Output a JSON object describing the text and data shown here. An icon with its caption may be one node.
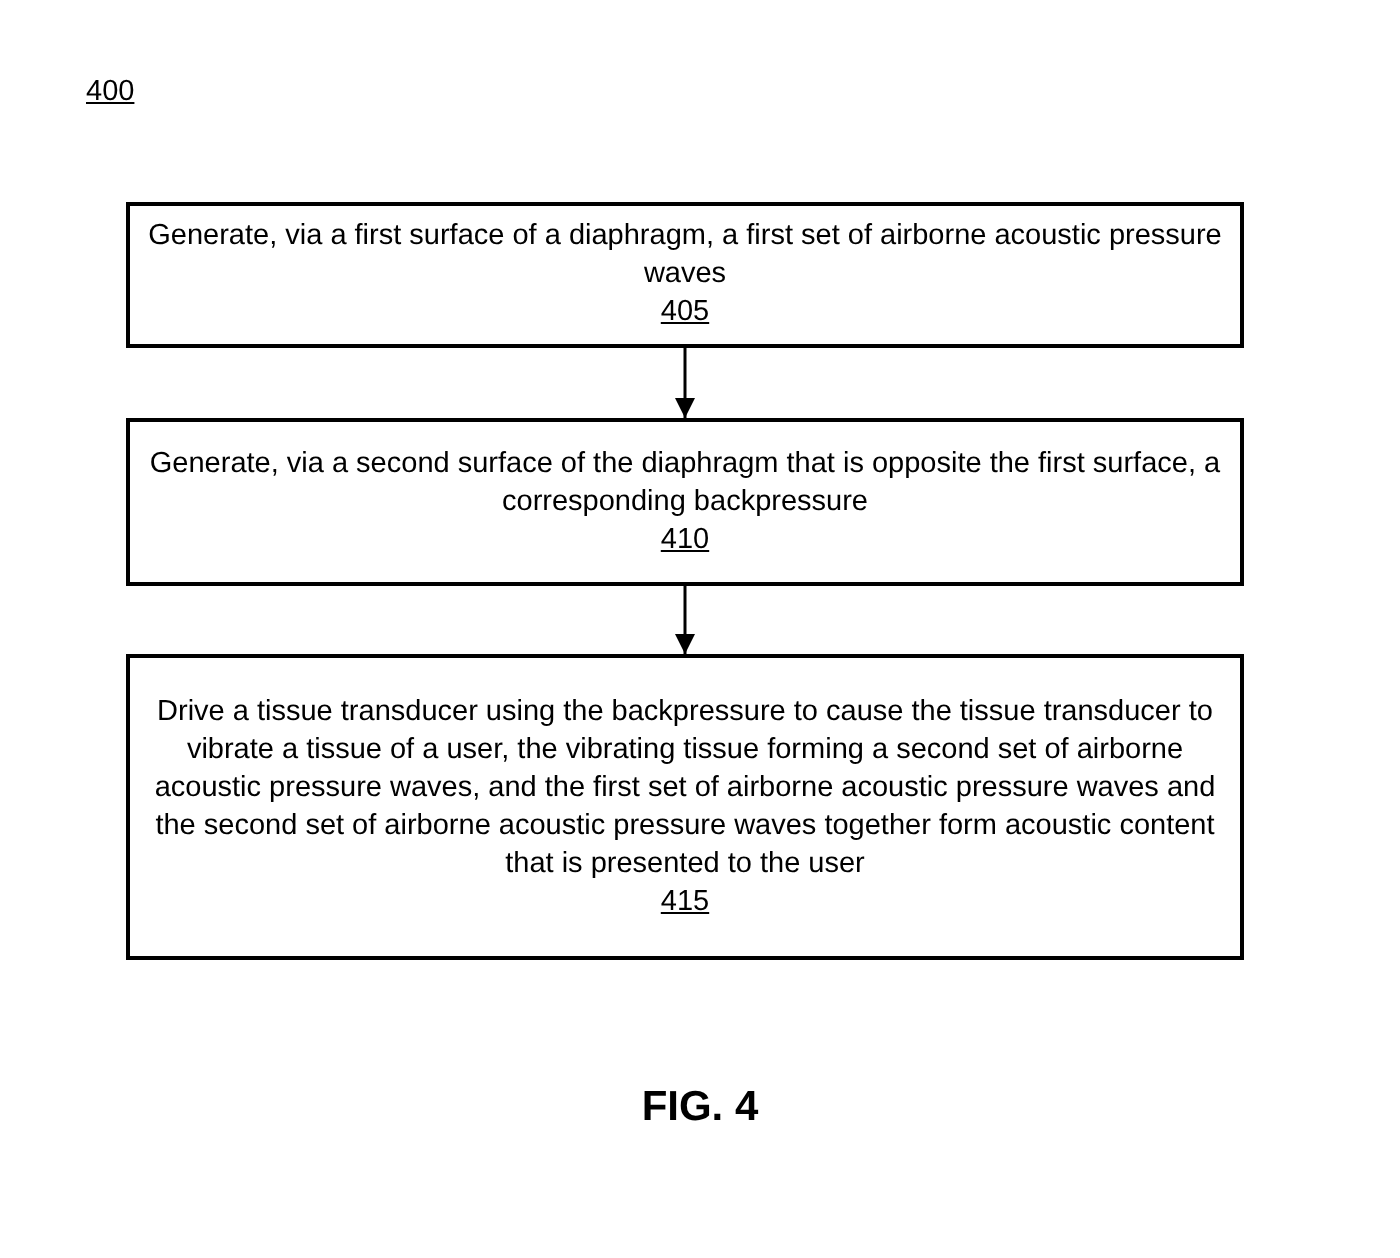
{
  "diagram": {
    "caption": "FIG. 4",
    "nodes": [
      {
        "text": [
          "Generate, via a first surface of a diaphragm, a first set of airborne acoustic pressure waves",
          "405"
        ]
      },
      {
        "text": [
          "Generate, via a second surface of the diaphragm that is opposite the first surface, a corresponding backpressure",
          "410"
        ]
      },
      {
        "text": [
          "Drive a tissue transducer using the backpressure to cause the tissue transducer to vibrate a tissue of a user, the vibrating tissue forming a second set of airborne acoustic pressure waves, and the first set of airborne acoustic pressure waves and the second set of airborne acoustic pressure waves together form acoustic content that is presented to the user",
          "415"
        ]
      }
    ],
    "edges": [
      {
        "from": 0,
        "to": 1,
        "arrow": "to"
      },
      {
        "from": 1,
        "to": 2,
        "arrow": "to"
      }
    ],
    "labels": [
      "400"
    ]
  }
}
